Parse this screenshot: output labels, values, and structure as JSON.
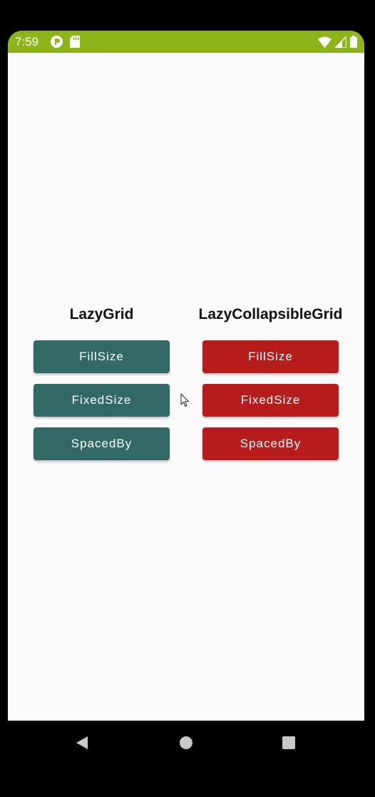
{
  "status_bar": {
    "time": "7:59",
    "background_color": "#8db51a",
    "left_icons": [
      "notification-circle-icon",
      "sd-card-icon"
    ],
    "right_icons": [
      "wifi-icon",
      "cell-signal-icon",
      "battery-icon"
    ]
  },
  "columns": [
    {
      "title": "LazyGrid",
      "color": "#326966",
      "buttons": [
        "FillSize",
        "FixedSize",
        "SpacedBy"
      ]
    },
    {
      "title": "LazyCollapsibleGrid",
      "color": "#b71c1c",
      "buttons": [
        "FillSize",
        "FixedSize",
        "SpacedBy"
      ]
    }
  ],
  "navigation": [
    "back-icon",
    "home-icon",
    "recents-icon"
  ]
}
